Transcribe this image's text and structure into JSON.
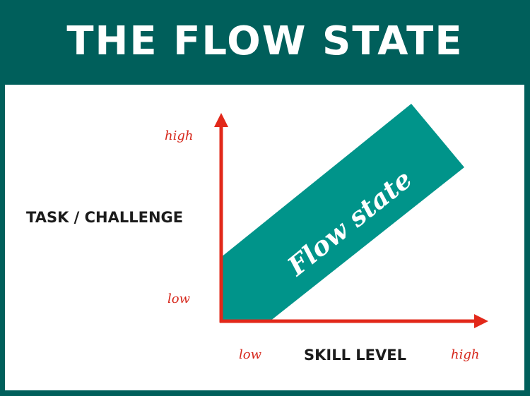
{
  "header": {
    "title": "THE FLOW STATE"
  },
  "diagram": {
    "y_axis_label": "TASK / CHALLENGE",
    "x_axis_label": "SKILL LEVEL",
    "y_high": "high",
    "y_low": "low",
    "x_low": "low",
    "x_high": "high",
    "band_label": "Flow state"
  },
  "colors": {
    "header_bg": "#005f5b",
    "band": "#00948a",
    "axis": "#e2281a",
    "tick_text": "#d6281c",
    "label_text": "#1c1c1c"
  }
}
